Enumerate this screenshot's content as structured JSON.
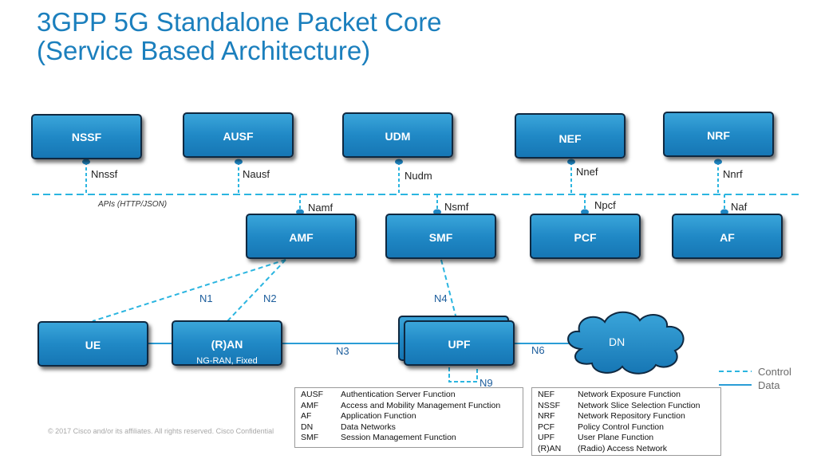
{
  "title": {
    "line1": "3GPP 5G Standalone Packet Core",
    "line2": "(Service Based Architecture)"
  },
  "nodes": {
    "nssf": "NSSF",
    "ausf": "AUSF",
    "udm": "UDM",
    "nef": "NEF",
    "nrf": "NRF",
    "amf": "AMF",
    "smf": "SMF",
    "pcf": "PCF",
    "af": "AF",
    "ue": "UE",
    "ran": "(R)AN",
    "ran_sub": "NG-RAN, Fixed",
    "upf": "UPF",
    "dn": "DN"
  },
  "service_interfaces": {
    "nnssf": "Nnssf",
    "nausf": "Nausf",
    "nudm": "Nudm",
    "nnef": "Nnef",
    "nnrf": "Nnrf",
    "namf": "Namf",
    "nsmf": "Nsmf",
    "npcf": "Npcf",
    "naf": "Naf"
  },
  "bus_label": "APIs (HTTP/JSON)",
  "reference_points": {
    "n1": "N1",
    "n2": "N2",
    "n3": "N3",
    "n4": "N4",
    "n6": "N6",
    "n9": "N9"
  },
  "legend": {
    "control": "Control",
    "data": "Data"
  },
  "colors": {
    "title": "#1b7fbd",
    "node_fill": "#2089c6",
    "control_line": "#2bb5e0",
    "data_line": "#2a9dd6"
  },
  "glossary_left": [
    {
      "abbr": "AUSF",
      "definition": "Authentication Server Function"
    },
    {
      "abbr": "AMF",
      "definition": "Access and Mobility Management Function"
    },
    {
      "abbr": "AF",
      "definition": "Application Function"
    },
    {
      "abbr": "DN",
      "definition": "Data Networks"
    },
    {
      "abbr": "SMF",
      "definition": "Session Management Function"
    }
  ],
  "glossary_right": [
    {
      "abbr": "NEF",
      "definition": "Network Exposure Function"
    },
    {
      "abbr": "NSSF",
      "definition": "Network Slice Selection Function"
    },
    {
      "abbr": "NRF",
      "definition": "Network Repository Function"
    },
    {
      "abbr": "PCF",
      "definition": "Policy Control Function"
    },
    {
      "abbr": "UPF",
      "definition": "User Plane Function"
    },
    {
      "abbr": "(R)AN",
      "definition": "(Radio) Access Network"
    }
  ],
  "copyright": "© 2017  Cisco and/or its affiliates. All rights reserved.   Cisco Confidential"
}
